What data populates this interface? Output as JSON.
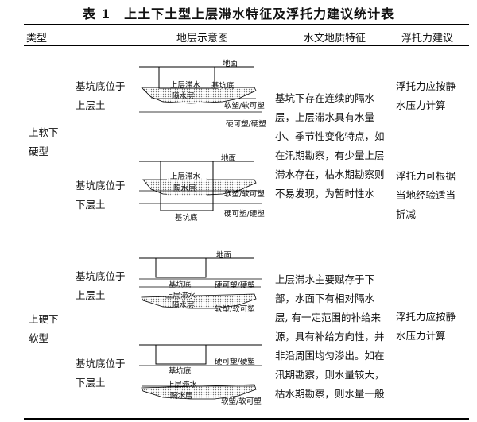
{
  "title": {
    "number": "表 1",
    "text": "上土下土型上层滞水特征及浮托力建议统计表"
  },
  "headers": {
    "type": "类型",
    "diagram": "地层示意图",
    "hydro": "水文地质特征",
    "buoyancy": "浮托力建议"
  },
  "groups": [
    {
      "type_lines": [
        "上软下",
        "硬型"
      ],
      "hydro_lines": [
        "基坑下存在连续的隔水",
        "层，上层滞水具有水量",
        "小、季节性变化特点，如",
        "在汛期勘察，有少量上层",
        "滞水存在，枯水期勘察则",
        "不易发现，为暂时性水"
      ],
      "cases": [
        {
          "position_lines": [
            "基坑底位于",
            "上层土"
          ],
          "buoyancy_lines": [
            "浮托力应按静",
            "水压力计算"
          ]
        },
        {
          "position_lines": [
            "基坑底位于",
            "下层土"
          ],
          "buoyancy_lines": [
            "浮托力可根据",
            "当地经验适当",
            "折减"
          ]
        }
      ]
    },
    {
      "type_lines": [
        "上硬下",
        "软型"
      ],
      "hydro_lines": [
        "上层滞水主要赋存于下",
        "部，水面下有相对隔水",
        "层, 有一定范围的补给来",
        "源，具有补给方向性，并",
        "非沿周围均匀渗出。如在",
        "汛期勘察，则水量较大，",
        "枯水期勘察，则水量一般"
      ],
      "cases": [
        {
          "position_lines": [
            "基坑底位于",
            "上层土"
          ],
          "buoyancy_lines": [
            "浮托力应按静",
            "水压力计算"
          ]
        },
        {
          "position_lines": [
            "基坑底位于",
            "下层土"
          ],
          "buoyancy_lines": []
        }
      ]
    }
  ],
  "diagram_labels": {
    "ground": "地面",
    "perched_water": "上层滞水",
    "aquitard": "隔水层",
    "pit_bottom": "基坑底",
    "soft_plastic": "软塑/软可塑",
    "hard_plastic": "硬可塑/硬塑"
  }
}
